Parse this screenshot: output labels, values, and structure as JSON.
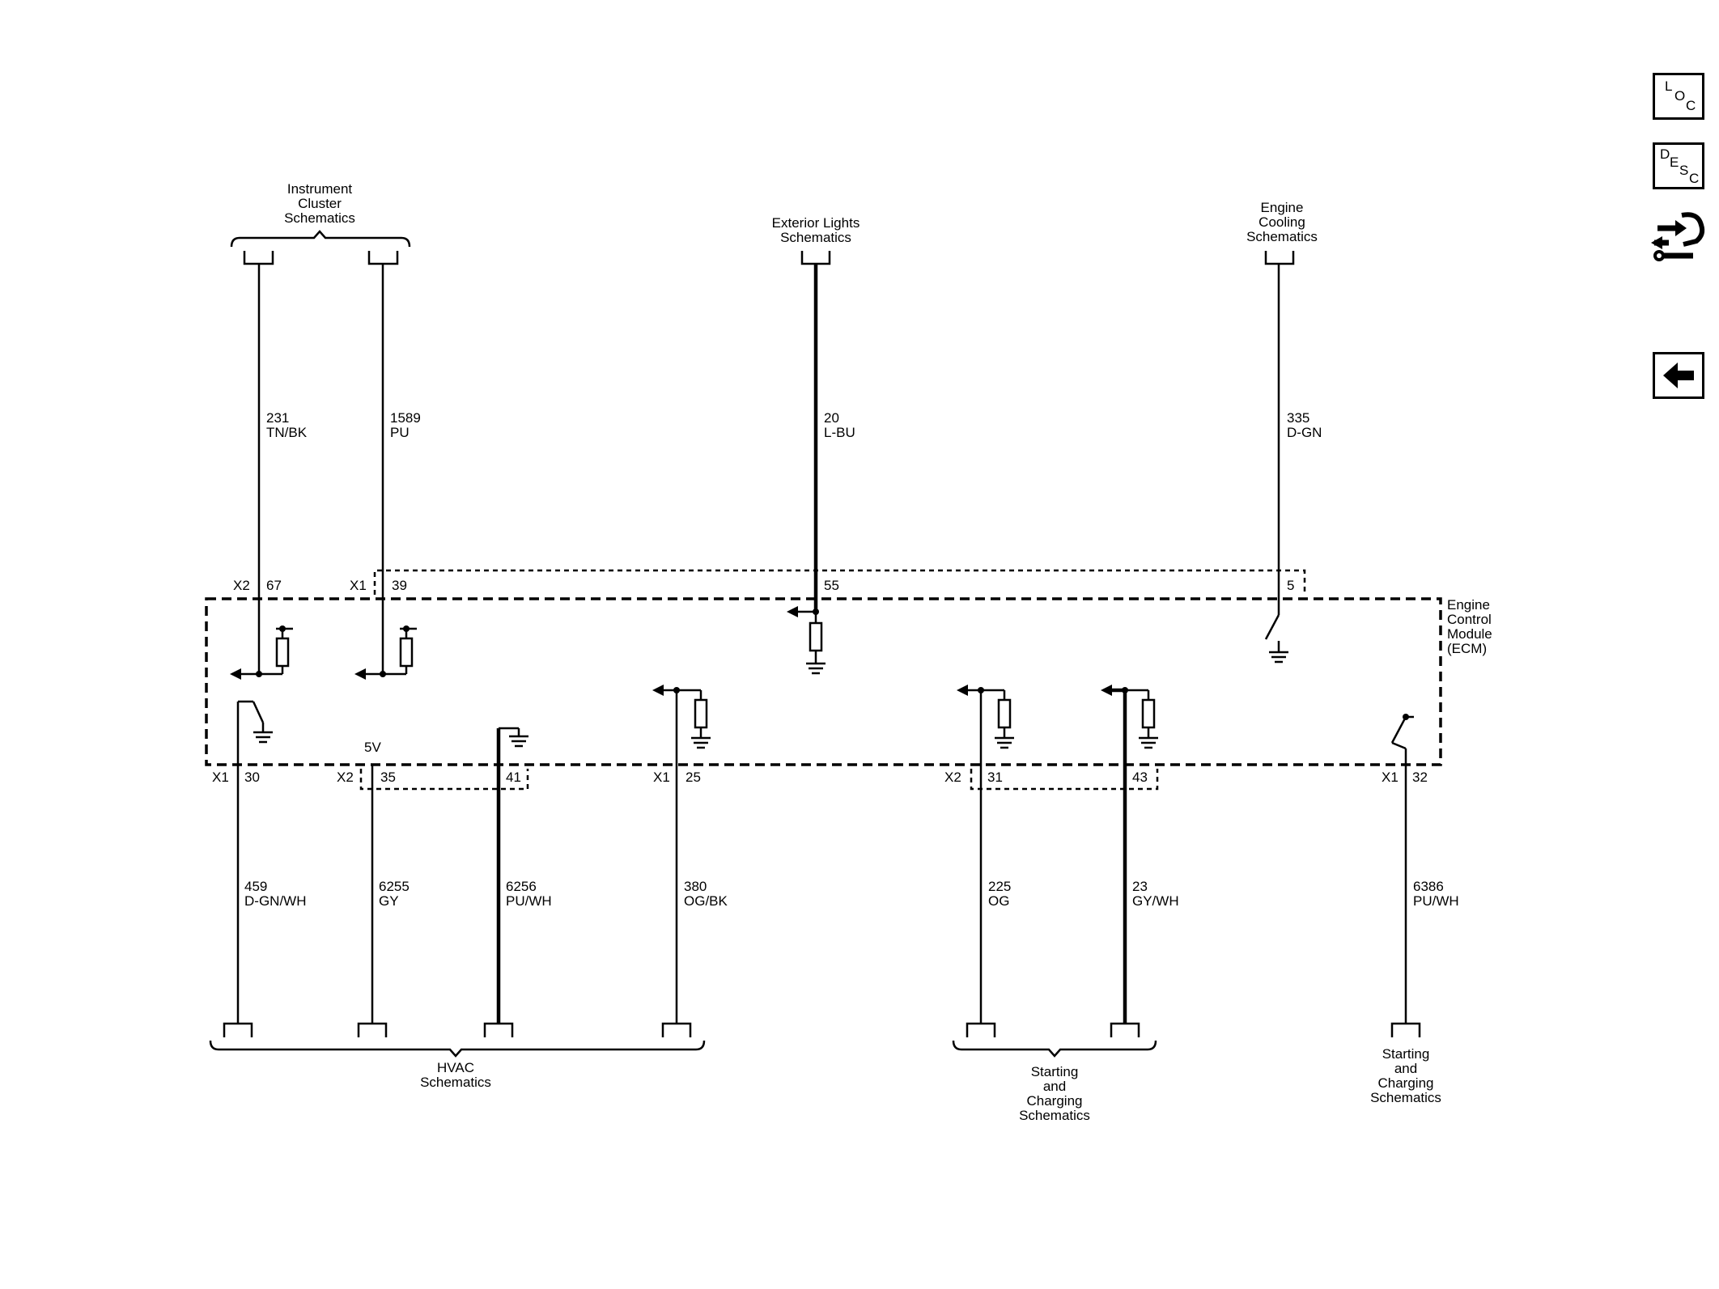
{
  "title_blocks": {
    "instrument_cluster": [
      "Instrument",
      "Cluster",
      "Schematics"
    ],
    "exterior_lights": [
      "Exterior Lights",
      "Schematics"
    ],
    "engine_cooling": [
      "Engine",
      "Cooling",
      "Schematics"
    ],
    "hvac": [
      "HVAC",
      "Schematics"
    ],
    "starting_charging_a": [
      "Starting",
      "and",
      "Charging",
      "Schematics"
    ],
    "starting_charging_b": [
      "Starting",
      "and",
      "Charging",
      "Schematics"
    ]
  },
  "module": {
    "name": [
      "Engine",
      "Control",
      "Module",
      "(ECM)"
    ]
  },
  "top_wires": [
    {
      "connector": "X2",
      "pin": "67",
      "circuit": "231",
      "color": "TN/BK"
    },
    {
      "connector": "X1",
      "pin": "39",
      "circuit": "1589",
      "color": "PU"
    },
    {
      "connector": "",
      "pin": "55",
      "circuit": "20",
      "color": "L-BU"
    },
    {
      "connector": "",
      "pin": "5",
      "circuit": "335",
      "color": "D-GN"
    }
  ],
  "bottom_wires": [
    {
      "connector": "X1",
      "pin": "30",
      "circuit": "459",
      "color": "D-GN/WH"
    },
    {
      "connector": "X2",
      "pin": "35",
      "circuit": "6255",
      "color": "GY"
    },
    {
      "connector": "",
      "pin": "41",
      "circuit": "6256",
      "color": "PU/WH"
    },
    {
      "connector": "X1",
      "pin": "25",
      "circuit": "380",
      "color": "OG/BK"
    },
    {
      "connector": "X2",
      "pin": "31",
      "circuit": "225",
      "color": "OG"
    },
    {
      "connector": "",
      "pin": "43",
      "circuit": "23",
      "color": "GY/WH"
    },
    {
      "connector": "X1",
      "pin": "32",
      "circuit": "6386",
      "color": "PU/WH"
    }
  ],
  "supply_label": "5V",
  "nav": {
    "loc": {
      "l": "L",
      "o": "O",
      "c": "C"
    },
    "desc": {
      "d": "D",
      "e": "E",
      "s": "S",
      "c": "C"
    },
    "connector_icon": "connector-wrench-icon",
    "back_icon": "left-arrow-icon"
  }
}
